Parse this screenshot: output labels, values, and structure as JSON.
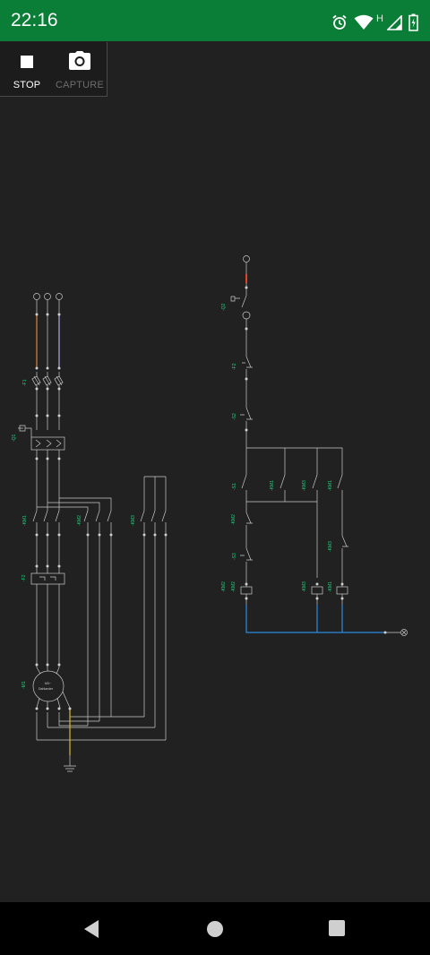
{
  "status_bar": {
    "time": "22:16",
    "network_label": "H",
    "icons": [
      "alarm-icon",
      "wifi-icon",
      "signal-icon",
      "battery-icon"
    ],
    "background": "#0a7d36"
  },
  "recorder": {
    "stop_label": "STOP",
    "capture_label": "CAPTURE"
  },
  "diagram": {
    "motor_line1": "M3~",
    "motor_line2": "Dahlander",
    "power_tags": [
      "-F1",
      "-Q1",
      "-KM1",
      "-KM2",
      "-KM3",
      "-F2",
      "-M1"
    ],
    "control_tags": [
      "-Q2",
      "-F2",
      "-S2",
      "-S1",
      "-KM1",
      "-KM3",
      "-KM1",
      "-KM2",
      "-S3",
      "-KM3",
      "-KM2",
      "-KM3",
      "-KM1",
      "-KM2"
    ],
    "colors": {
      "background": "#212121",
      "wire": "#c9c9c9",
      "label": "#1fd07a",
      "blue_wire": "#2a8be0",
      "ground_wire": "#d8b52c",
      "orange_wire": "#e0853a",
      "purple_wire": "#b8a8e6"
    }
  },
  "nav_bar": {
    "back": "back-icon",
    "home": "home-icon",
    "recents": "recents-icon"
  }
}
